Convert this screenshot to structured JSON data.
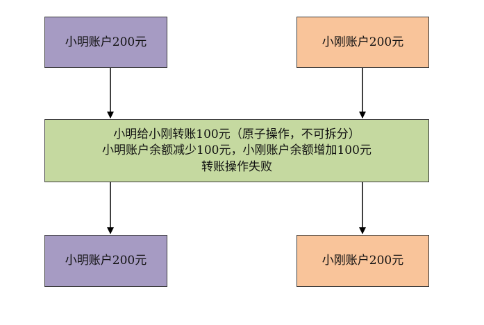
{
  "nodes": {
    "top_left": "小明账户200元",
    "top_right": "小刚账户200元",
    "middle_lines": [
      "小明给小刚转账100元（原子操作，不可拆分）",
      "小明账户余额减少100元，小刚账户余额增加100元",
      "转账操作失败"
    ],
    "bottom_left": "小明账户200元",
    "bottom_right": "小刚账户200元"
  },
  "colors": {
    "purple_fill": "#a69bc3",
    "orange_fill": "#f9c49a",
    "green_fill": "#c5d9a0",
    "stroke": "#000000"
  }
}
